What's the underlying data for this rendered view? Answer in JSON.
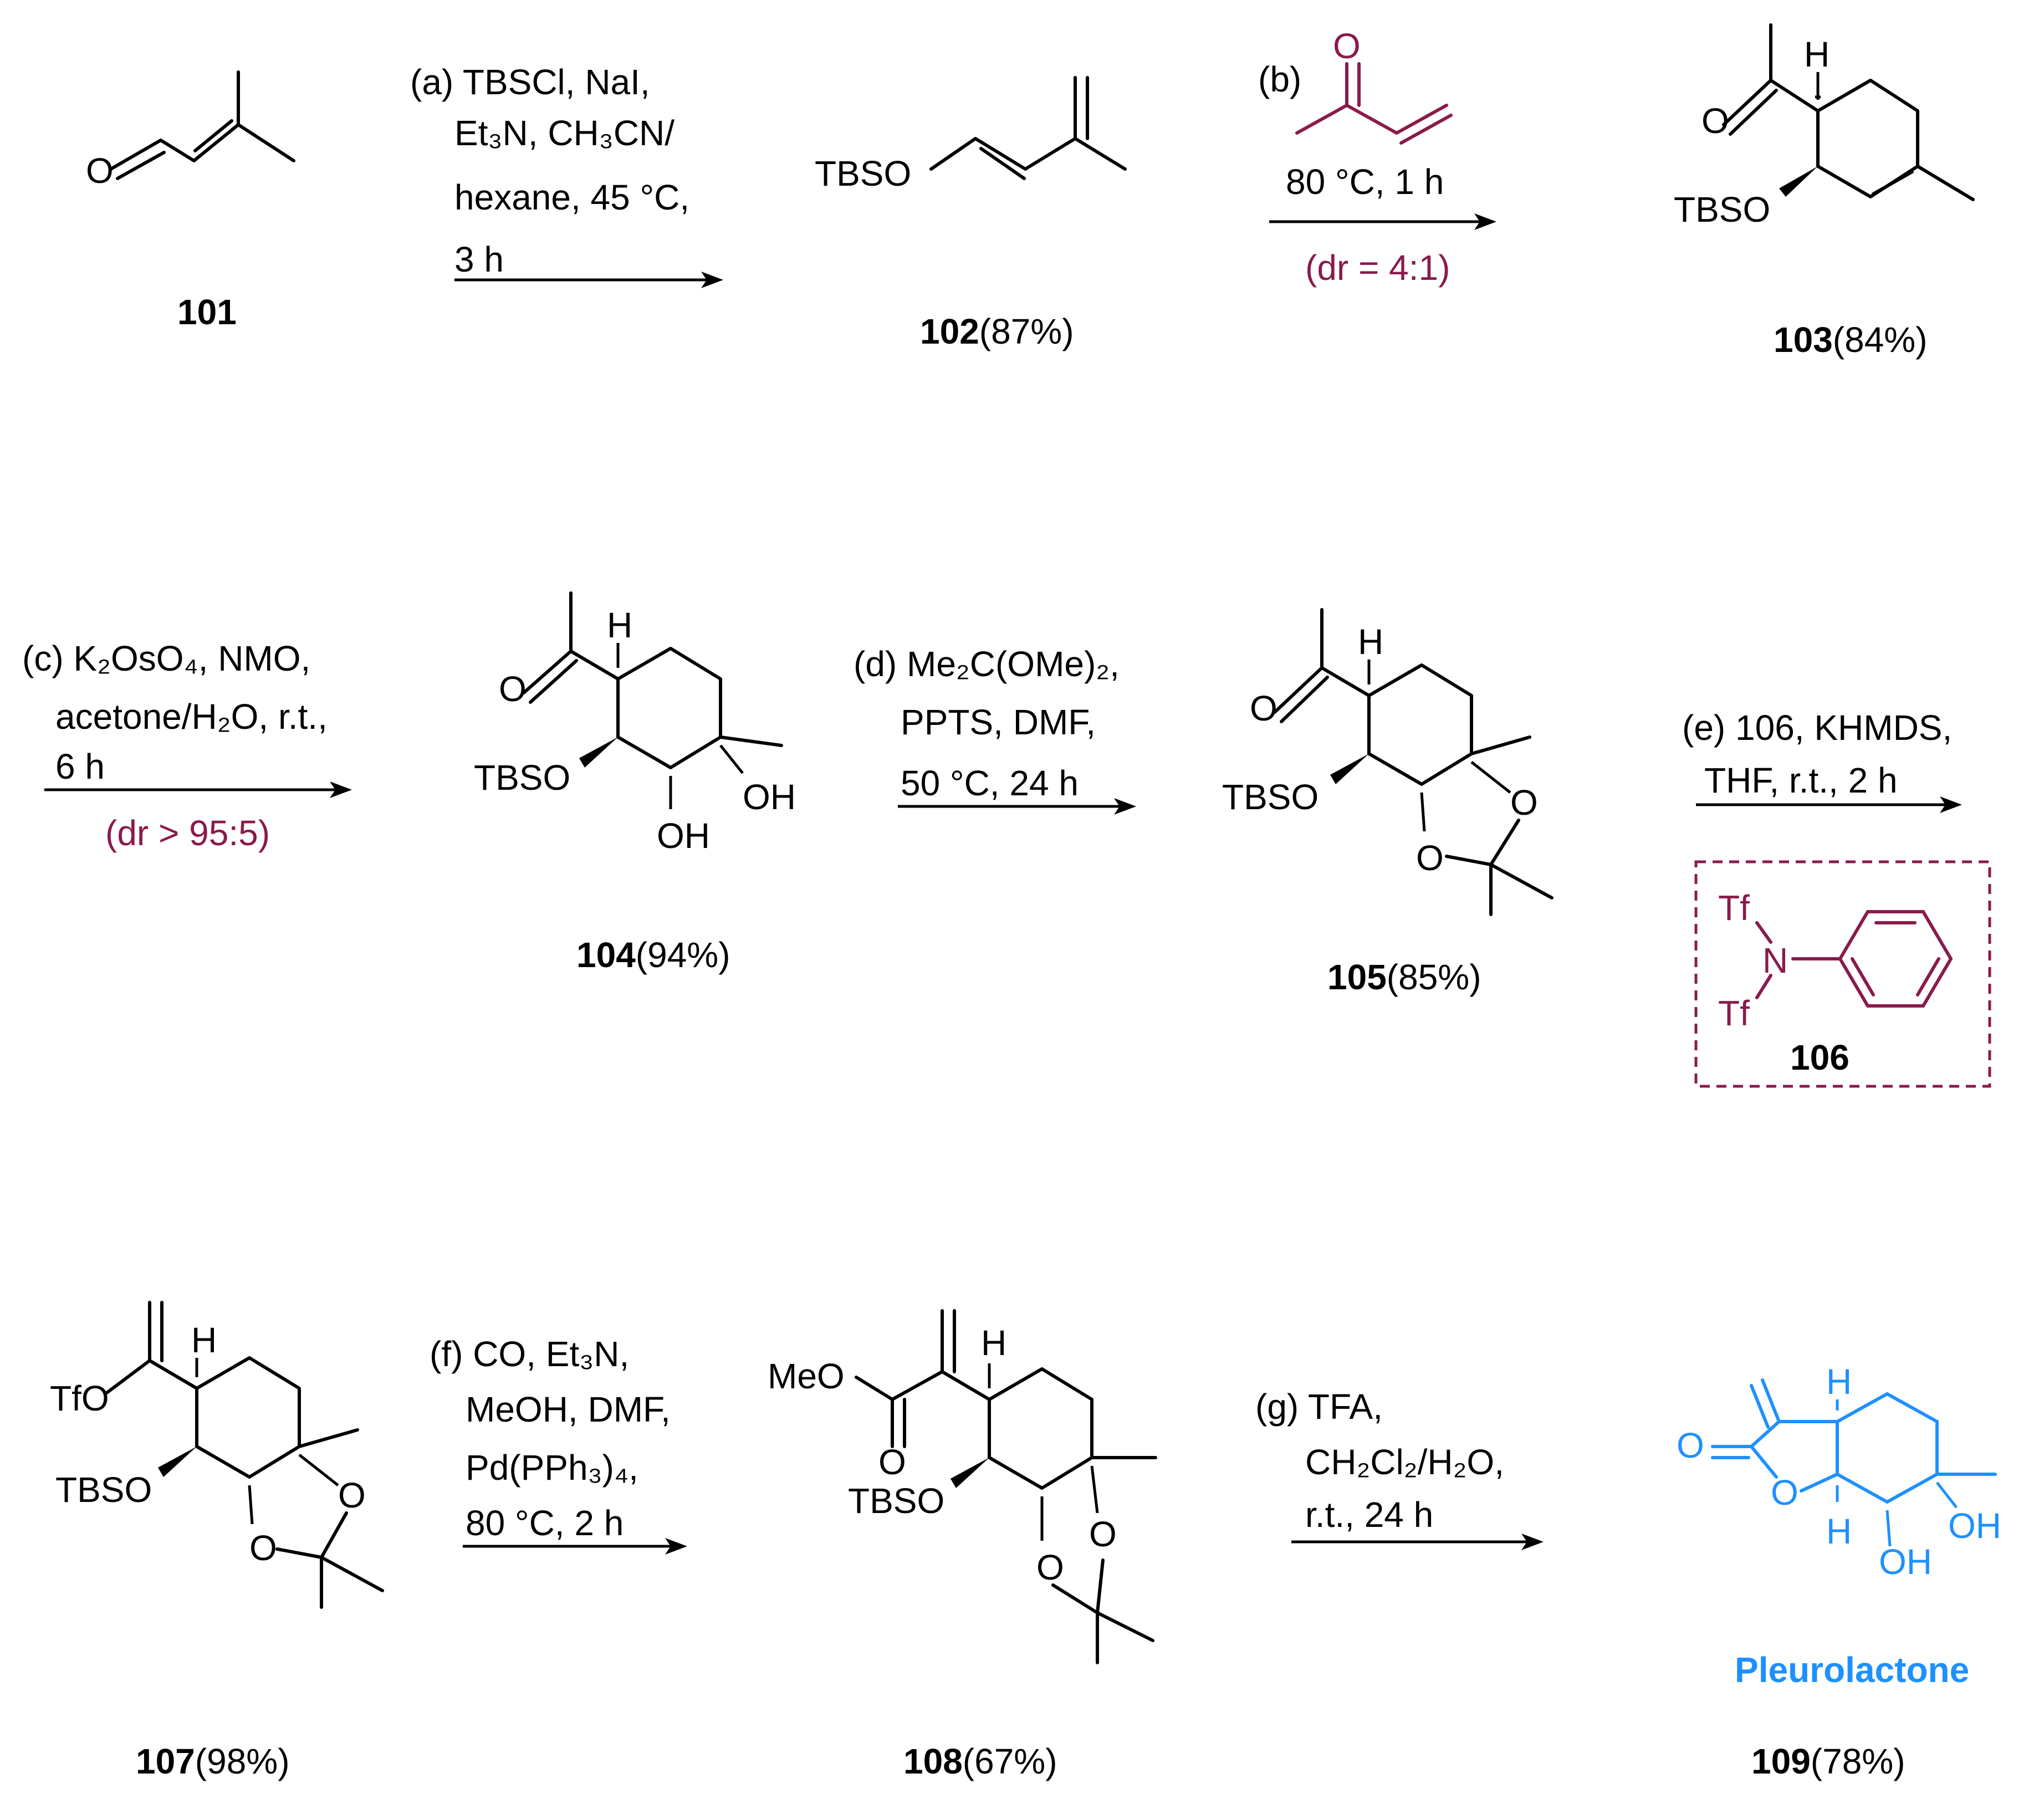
{
  "compounds": {
    "c101": {
      "number": "101",
      "yield": ""
    },
    "c102": {
      "number": "102",
      "yield": "(87%)",
      "groups": {
        "tbso": "TBSO"
      }
    },
    "c103": {
      "number": "103",
      "yield": "(84%)",
      "groups": {
        "tbso": "TBSO",
        "h": "H",
        "o": "O"
      }
    },
    "c104": {
      "number": "104",
      "yield": "(94%)",
      "groups": {
        "tbso": "TBSO",
        "h": "H",
        "o": "O",
        "oh1": "OH",
        "oh2": "OH"
      }
    },
    "c105": {
      "number": "105",
      "yield": "(85%)",
      "groups": {
        "tbso": "TBSO",
        "h": "H",
        "o": "O",
        "o1": "O",
        "o2": "O"
      }
    },
    "c106": {
      "number": "106",
      "groups": {
        "tf1": "Tf",
        "tf2": "Tf",
        "n": "N"
      }
    },
    "c107": {
      "number": "107",
      "yield": "(98%)",
      "groups": {
        "tfo": "TfO",
        "tbso": "TBSO",
        "h": "H",
        "o1": "O",
        "o2": "O"
      }
    },
    "c108": {
      "number": "108",
      "yield": "(67%)",
      "groups": {
        "meo": "MeO",
        "tbso": "TBSO",
        "h": "H",
        "o": "O",
        "o1": "O",
        "o2": "O"
      }
    },
    "c109": {
      "number": "109",
      "yield": "(78%)",
      "name": "Pleurolactone",
      "groups": {
        "o_carbonyl": "O",
        "o_ring": "O",
        "h1": "H",
        "h2": "H",
        "oh1": "OH",
        "oh2": "OH"
      }
    }
  },
  "labels": {
    "c101_o": "O"
  },
  "steps": {
    "a": {
      "lines": [
        "(a) TBSCl, NaI,",
        "Et₃N, CH₃CN/",
        "hexane, 45 °C,",
        "3 h"
      ]
    },
    "b": {
      "label": "(b)",
      "reagent_o": "O",
      "lines": [
        "80 °C, 1 h"
      ],
      "note": "(dr = 4:1)"
    },
    "c": {
      "lines": [
        "(c) K₂OsO₄, NMO,",
        "acetone/H₂O, r.t.,",
        "6 h"
      ],
      "note": "(dr > 95:5)"
    },
    "d": {
      "lines": [
        "(d) Me₂C(OMe)₂,",
        "PPTS, DMF,",
        "50 °C, 24 h"
      ]
    },
    "e": {
      "lines": [
        "(e) 106, KHMDS,",
        "THF, r.t., 2 h"
      ]
    },
    "f": {
      "lines": [
        "(f) CO, Et₃N,",
        "MeOH, DMF,",
        "Pd(PPh₃)₄,",
        "80 °C, 2 h"
      ]
    },
    "g": {
      "lines": [
        "(g) TFA,",
        "CH₂Cl₂/H₂O,",
        "r.t., 24 h"
      ]
    }
  },
  "colors": {
    "reagent": "#8b1a4b",
    "product": "#1e90ff",
    "default": "#000000"
  }
}
